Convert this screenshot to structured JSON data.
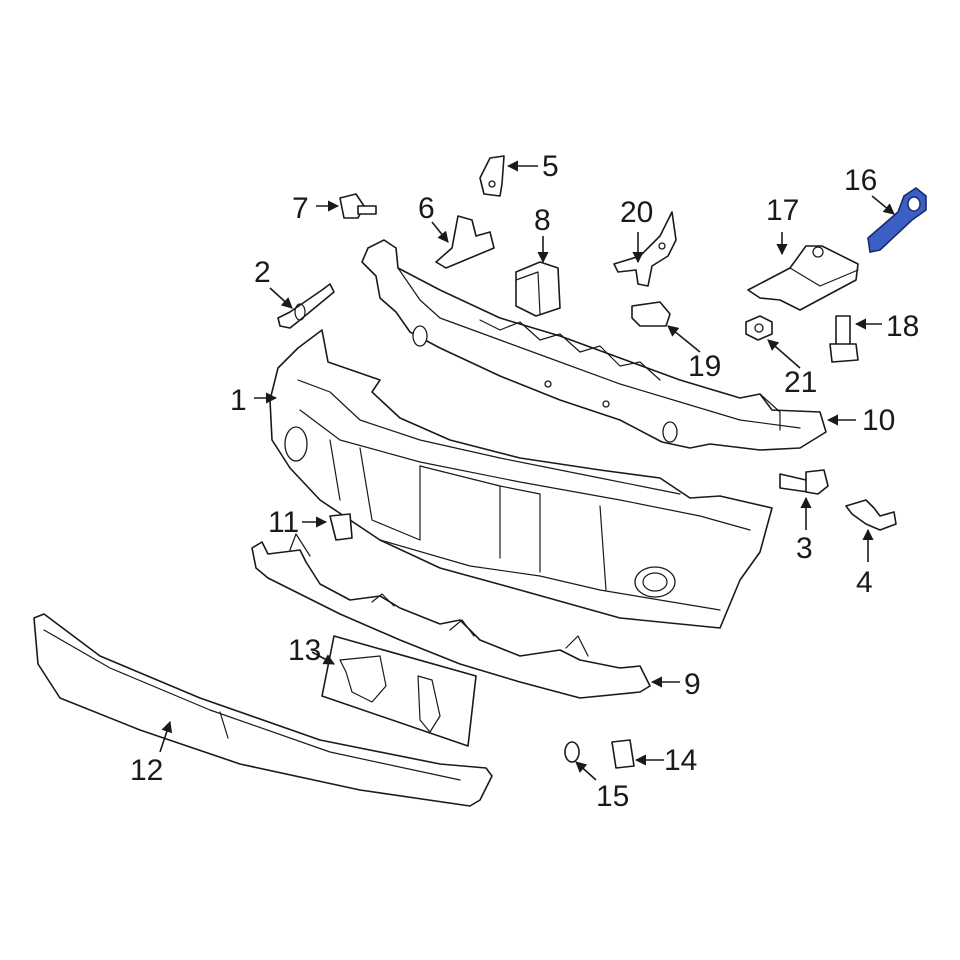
{
  "diagram": {
    "highlight_color": "#3b5fc4",
    "line_color": "#1a1a1a",
    "highlighted_part": "16",
    "callouts": {
      "c1": "1",
      "c2": "2",
      "c3": "3",
      "c4": "4",
      "c5": "5",
      "c6": "6",
      "c7": "7",
      "c8": "8",
      "c9": "9",
      "c10": "10",
      "c11": "11",
      "c12": "12",
      "c13": "13",
      "c14": "14",
      "c15": "15",
      "c16": "16",
      "c17": "17",
      "c18": "18",
      "c19": "19",
      "c20": "20",
      "c21": "21"
    }
  }
}
